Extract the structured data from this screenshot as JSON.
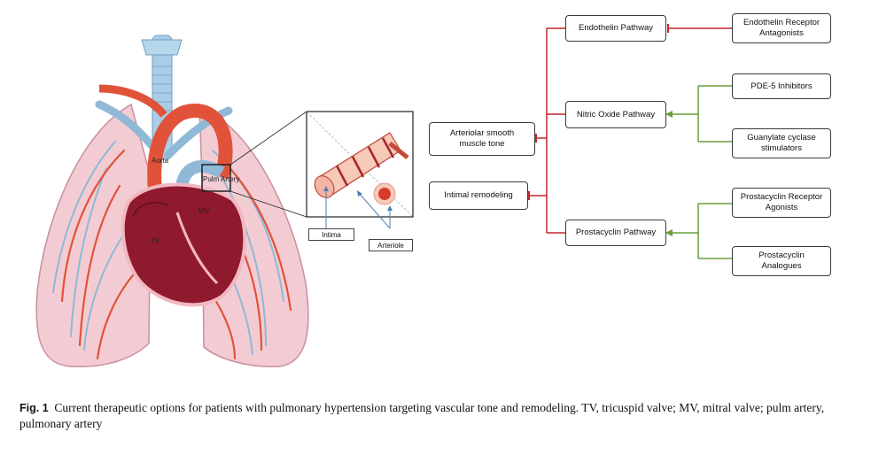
{
  "figure": {
    "anatomy_labels": {
      "aorta": "Aorta",
      "pulm_artery": "Pulm Artery",
      "mv": "MV",
      "tv": "TV"
    },
    "inset_labels": {
      "intima": "Intima",
      "arteriole": "Arteriole"
    },
    "targets": {
      "smooth_muscle": "Arteriolar smooth\nmuscle tone",
      "remodeling": "Intimal remodeling"
    },
    "pathways": {
      "endothelin": "Endothelin Pathway",
      "nitric_oxide": "Nitric Oxide Pathway",
      "prostacyclin": "Prostacyclin Pathway"
    },
    "drugs": {
      "era": "Endothelin Receptor\nAntagonists",
      "pde5": "PDE-5 Inhibitors",
      "gc": "Guanylate cyclase\nstimulators",
      "prostacyclin_agonists": "Prostacyclin Receptor\nAgonists",
      "prostacyclin_analogues": "Prostacyclin\nAnalogues"
    },
    "colors": {
      "inhibit": "#c0272d",
      "stimulate": "#6a9f3a",
      "lung": "#f2c5cc",
      "heart": "#8f1a2e",
      "vessel_red": "#e0533a",
      "vessel_blue": "#8fb9d6"
    }
  },
  "caption": {
    "label": "Fig. 1",
    "text": "Current therapeutic options for patients with pulmonary hypertension targeting vascular tone and remodeling. TV, tricuspid valve; MV, mitral valve; pulm artery, pulmonary artery"
  }
}
